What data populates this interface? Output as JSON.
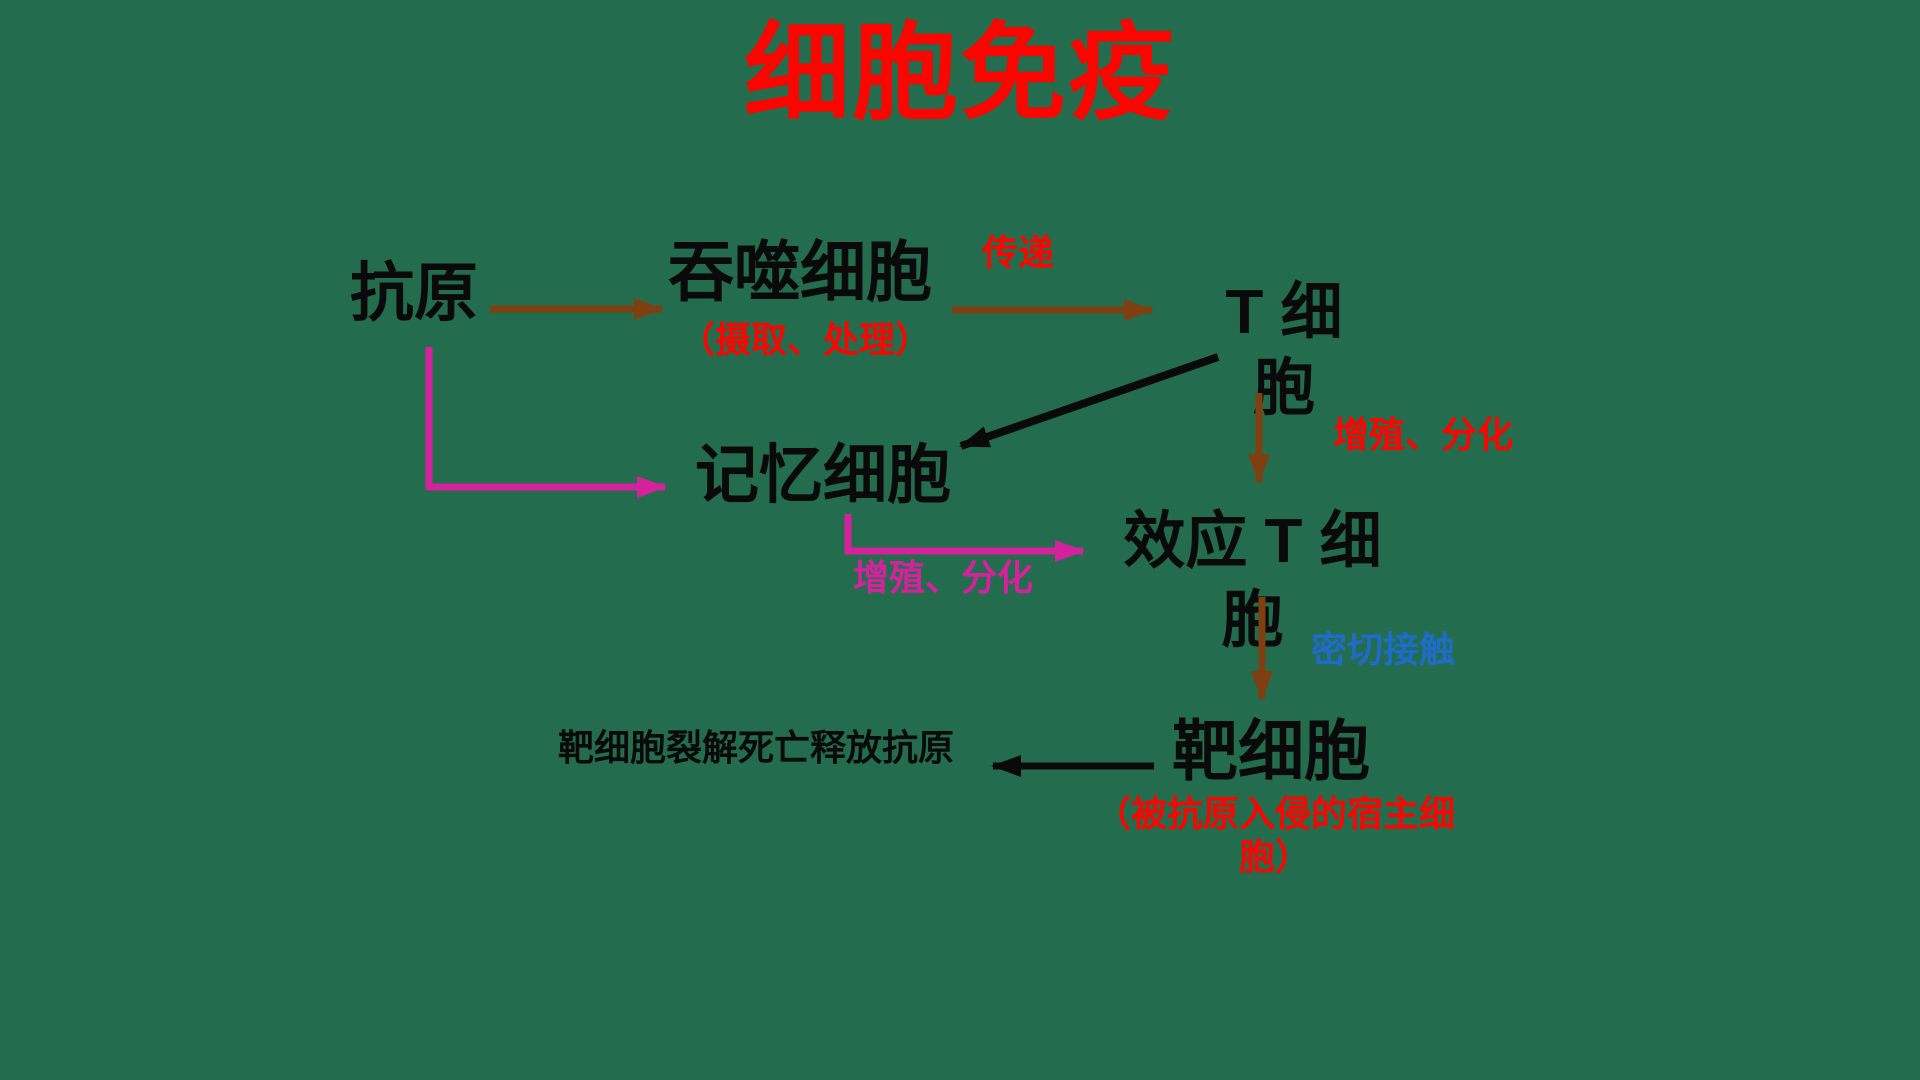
{
  "slide": {
    "title": "细胞免疫",
    "background_color": "#236C4D"
  },
  "colors": {
    "title_red": "#FB0500",
    "label_red": "#FB0500",
    "arrow_brown": "#7F3F10",
    "arrow_magenta": "#D4219C",
    "arrow_black": "#0A0A0A",
    "label_blue": "#1E6BC8",
    "node_text": "#0A0A0A"
  },
  "nodes": {
    "antigen": {
      "label": "抗原"
    },
    "phagocyte": {
      "label": "吞噬细胞",
      "note": "（摄取、处理）"
    },
    "t_cell": {
      "line1": "T 细",
      "line2": "胞"
    },
    "memory_cell": {
      "label": "记忆细胞"
    },
    "effector_t_cell": {
      "line1": "效应 T 细",
      "line2": "胞"
    },
    "target_cell": {
      "label": "靶细胞",
      "note_line1": "（被抗原入侵的宿主细",
      "note_line2": "胞）"
    },
    "lysis_result": {
      "label": "靶细胞裂解死亡释放抗原"
    }
  },
  "edge_labels": {
    "transfer": "传递",
    "proliferation_differentiation_red": "增殖、分化",
    "proliferation_differentiation_magenta": "增殖、分化",
    "close_contact": "密切接触"
  }
}
